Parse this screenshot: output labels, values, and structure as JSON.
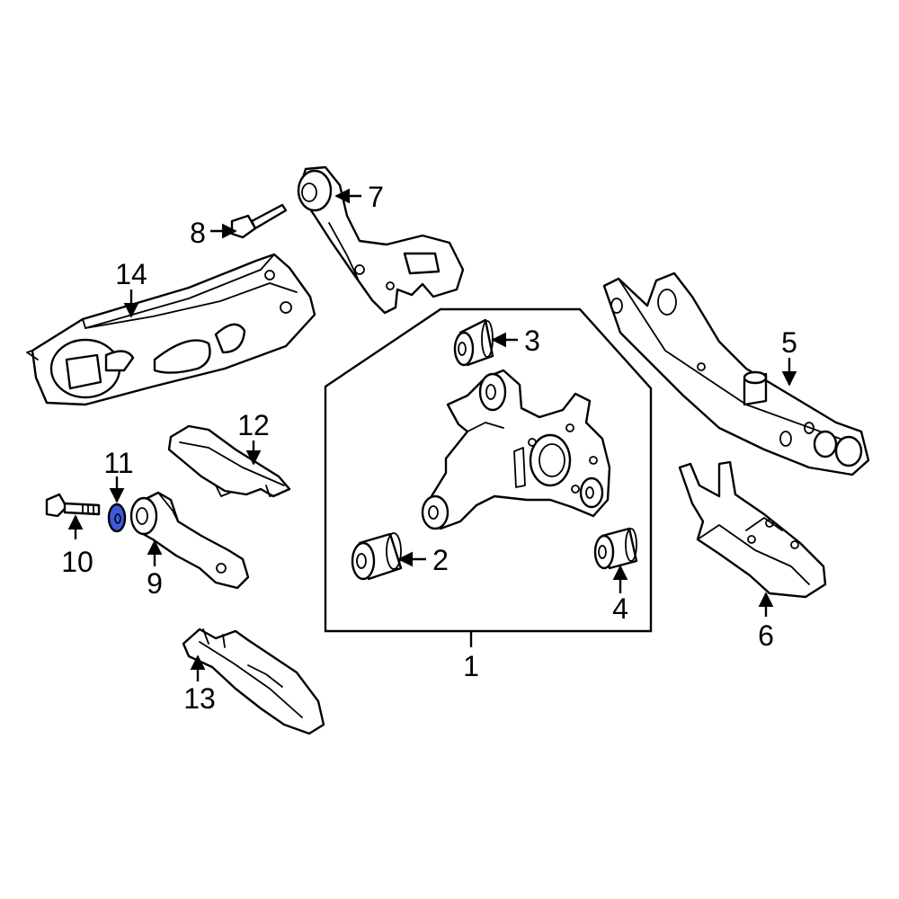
{
  "callouts": {
    "c1": "1",
    "c2": "2",
    "c3": "3",
    "c4": "4",
    "c5": "5",
    "c6": "6",
    "c7": "7",
    "c8": "8",
    "c9": "9",
    "c10": "10",
    "c11": "11",
    "c12": "12",
    "c13": "13",
    "c14": "14"
  },
  "colors": {
    "highlight": "#3b5bdb",
    "line": "#000000",
    "background": "#ffffff"
  }
}
